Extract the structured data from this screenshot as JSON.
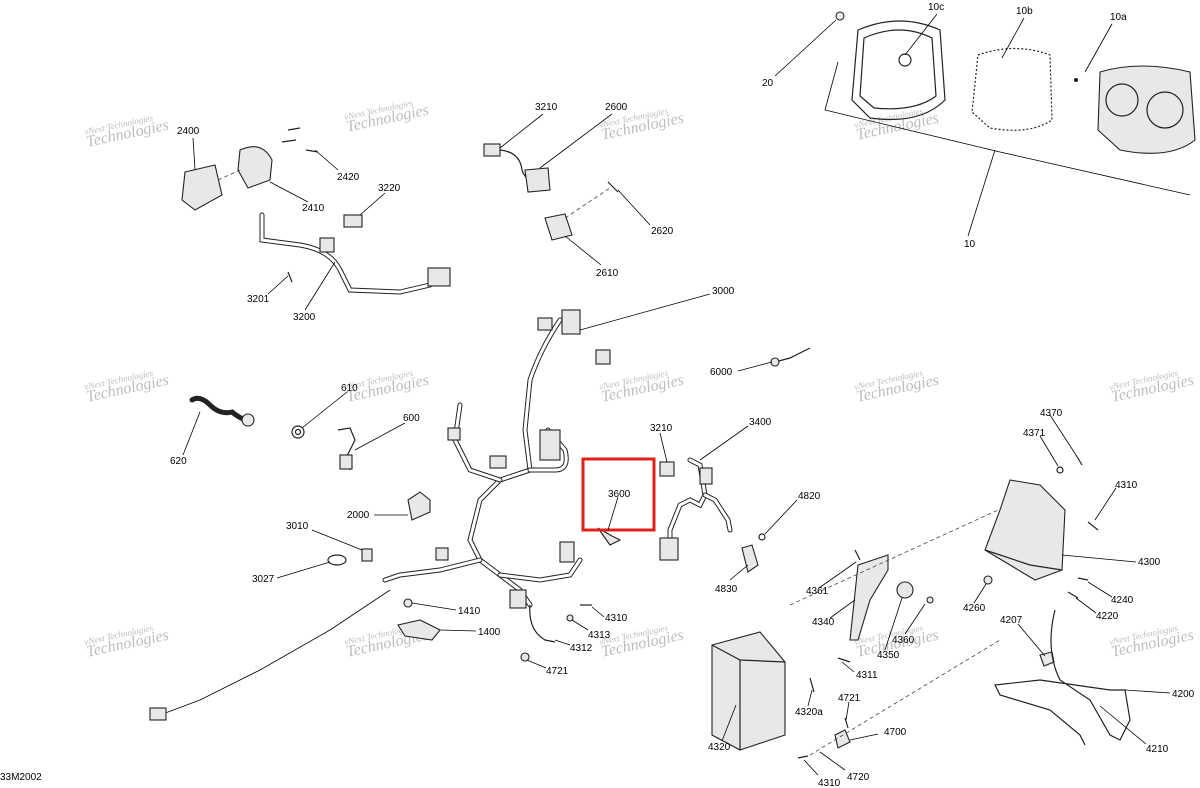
{
  "diagram_code": "33M2002",
  "watermark_text_a": "vNext Technologies",
  "watermark_text_b": "Technologies",
  "highlight": {
    "label": "3600",
    "color": "#e0201b"
  },
  "callouts": [
    {
      "id": "c10c",
      "label": "10c"
    },
    {
      "id": "c10b",
      "label": "10b"
    },
    {
      "id": "c10a",
      "label": "10a"
    },
    {
      "id": "c20",
      "label": "20"
    },
    {
      "id": "c10",
      "label": "10"
    },
    {
      "id": "c3210a",
      "label": "3210"
    },
    {
      "id": "c2600",
      "label": "2600"
    },
    {
      "id": "c2620",
      "label": "2620"
    },
    {
      "id": "c2610",
      "label": "2610"
    },
    {
      "id": "c2400",
      "label": "2400"
    },
    {
      "id": "c2420",
      "label": "2420"
    },
    {
      "id": "c2410",
      "label": "2410"
    },
    {
      "id": "c3220",
      "label": "3220"
    },
    {
      "id": "c3201",
      "label": "3201"
    },
    {
      "id": "c3200",
      "label": "3200"
    },
    {
      "id": "c3000",
      "label": "3000"
    },
    {
      "id": "c6000",
      "label": "6000"
    },
    {
      "id": "c610",
      "label": "610"
    },
    {
      "id": "c600",
      "label": "600"
    },
    {
      "id": "c620",
      "label": "620"
    },
    {
      "id": "c3210b",
      "label": "3210"
    },
    {
      "id": "c3400",
      "label": "3400"
    },
    {
      "id": "c3600",
      "label": "3600"
    },
    {
      "id": "c4820",
      "label": "4820"
    },
    {
      "id": "c4830",
      "label": "4830"
    },
    {
      "id": "c2000",
      "label": "2000"
    },
    {
      "id": "c3010",
      "label": "3010"
    },
    {
      "id": "c3027",
      "label": "3027"
    },
    {
      "id": "c1410",
      "label": "1410"
    },
    {
      "id": "c1400",
      "label": "1400"
    },
    {
      "id": "c4310a",
      "label": "4310"
    },
    {
      "id": "c4313",
      "label": "4313"
    },
    {
      "id": "c4312",
      "label": "4312"
    },
    {
      "id": "c4721a",
      "label": "4721"
    },
    {
      "id": "c4370",
      "label": "4370"
    },
    {
      "id": "c4371",
      "label": "4371"
    },
    {
      "id": "c4310b",
      "label": "4310"
    },
    {
      "id": "c4300",
      "label": "4300"
    },
    {
      "id": "c4240",
      "label": "4240"
    },
    {
      "id": "c4220",
      "label": "4220"
    },
    {
      "id": "c4260",
      "label": "4260"
    },
    {
      "id": "c4361",
      "label": "4361"
    },
    {
      "id": "c4340",
      "label": "4340"
    },
    {
      "id": "c4360",
      "label": "4360"
    },
    {
      "id": "c4350",
      "label": "4350"
    },
    {
      "id": "c4311",
      "label": "4311"
    },
    {
      "id": "c4207",
      "label": "4207"
    },
    {
      "id": "c4200",
      "label": "4200"
    },
    {
      "id": "c4210",
      "label": "4210"
    },
    {
      "id": "c4320a",
      "label": "4320a"
    },
    {
      "id": "c4721b",
      "label": "4721"
    },
    {
      "id": "c4700",
      "label": "4700"
    },
    {
      "id": "c4720",
      "label": "4720"
    },
    {
      "id": "c4320",
      "label": "4320"
    },
    {
      "id": "c4310c",
      "label": "4310"
    }
  ]
}
